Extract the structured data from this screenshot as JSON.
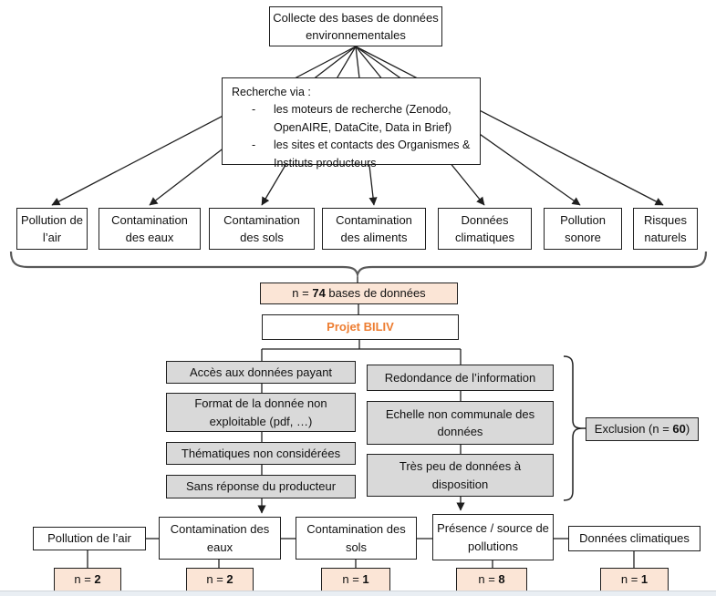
{
  "colors": {
    "accent_orange": "#ED7D31",
    "peach_fill": "#FBE5D6",
    "gray_fill": "#D9D9D9",
    "brace_gray": "#595959",
    "line_black": "#1f1f1f"
  },
  "root_box": {
    "title": "Collecte des bases de données environnementales"
  },
  "search_box": {
    "intro": "Recherche via :",
    "dash": "-",
    "bullets": [
      "les moteurs de recherche (Zenodo, OpenAIRE, DataCite, Data in Brief)",
      "les sites et contacts des Organismes & Instituts producteurs"
    ]
  },
  "categories": [
    "Pollution de l’air",
    "Contamination des eaux",
    "Contamination des sols",
    "Contamination des aliments",
    "Données climatiques",
    "Pollution sonore",
    "Risques naturels"
  ],
  "total_box": {
    "prefix": "n = ",
    "value": "74",
    "suffix": " bases de données"
  },
  "project_box": {
    "label": "Projet BILIV"
  },
  "exclusion_reasons_left": [
    "Accès aux données payant",
    "Format de la donnée non exploitable (pdf, …)",
    "Thématiques non considérées",
    "Sans réponse du producteur"
  ],
  "exclusion_reasons_right": [
    "Redondance de l’information",
    "Echelle non communale des données",
    "Très peu de données à disposition"
  ],
  "exclusion_box": {
    "prefix": "Exclusion (n = ",
    "value": "60",
    "suffix": ")"
  },
  "final_categories": [
    {
      "label": "Pollution de l’air",
      "prefix": "n = ",
      "value": "2"
    },
    {
      "label": "Contamination des eaux",
      "prefix": "n = ",
      "value": "2"
    },
    {
      "label": "Contamination des sols",
      "prefix": "n = ",
      "value": "1"
    },
    {
      "label": "Présence / source de pollutions",
      "prefix": "n = ",
      "value": "8"
    },
    {
      "label": "Données climatiques",
      "prefix": "n = ",
      "value": "1"
    }
  ]
}
